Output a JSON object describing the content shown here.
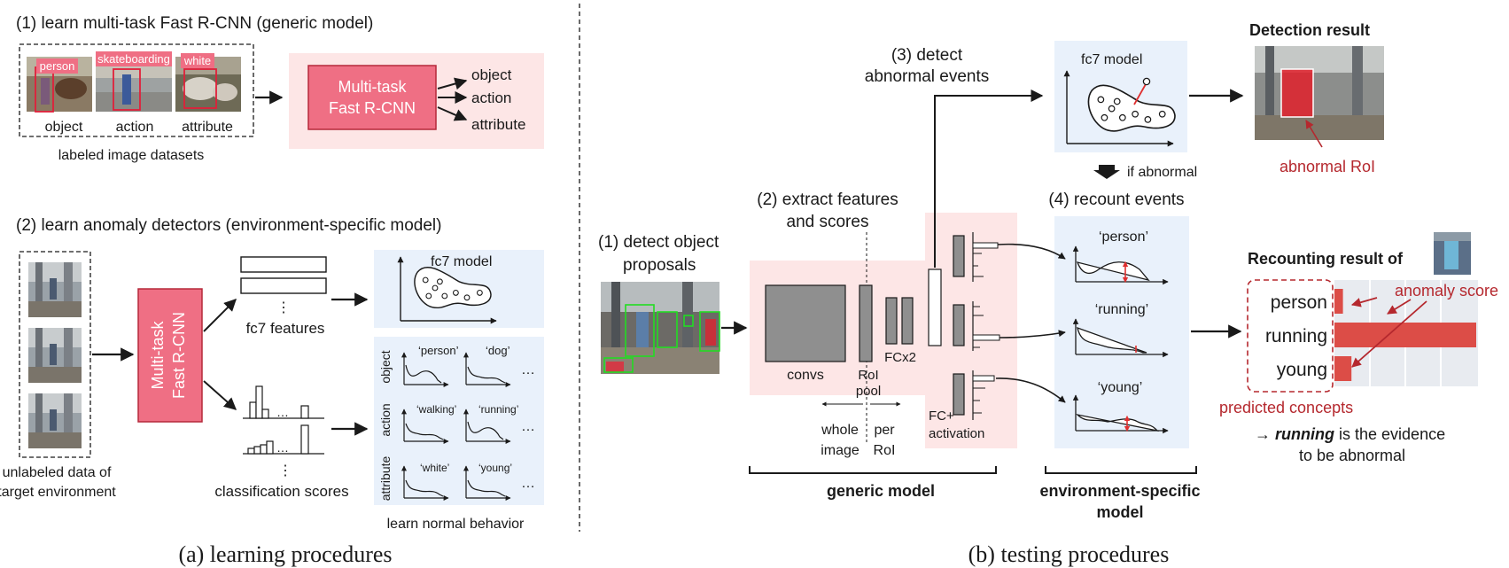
{
  "colors": {
    "pink_box": "#ef6f84",
    "pink_panel": "#fde6e6",
    "blue_panel": "#e9f1fb",
    "anomaly_red": "#b5282e",
    "bar_red": "#dc4d47",
    "gray_block": "#8f8f8f",
    "dark": "#1a1a1a"
  },
  "left": {
    "step1_title": "(1) learn multi-task Fast R-CNN (generic model)",
    "tags": [
      "person",
      "skateboarding",
      "white"
    ],
    "dataset_labels": [
      "object",
      "action",
      "attribute"
    ],
    "datasets_caption": "labeled image datasets",
    "mtfrcnn_line1": "Multi-task",
    "mtfrcnn_line2": "Fast R-CNN",
    "outputs": [
      "object",
      "action",
      "attribute"
    ],
    "step2_title": "(2) learn anomaly detectors (environment-specific model)",
    "unlabeled_line1": "unlabeled data of",
    "unlabeled_line2": "target environment",
    "vertical_line1": "Multi-task",
    "vertical_line2": "Fast R-CNN",
    "fc7_features": "fc7 features",
    "classification_scores": "classification scores",
    "fc7_model": "fc7 model",
    "grid_rows": [
      "object",
      "action",
      "attribute"
    ],
    "grid_cells": [
      [
        "‘person’",
        "‘dog’"
      ],
      [
        "‘walking’",
        "‘running’"
      ],
      [
        "‘white’",
        "‘young’"
      ]
    ],
    "ellipsis": "…",
    "vdots": "⋮",
    "learn_normal": "learn normal behavior",
    "caption": "(a) learning procedures"
  },
  "right": {
    "step1_line1": "(1) detect object",
    "step1_line2": "proposals",
    "step2_line1": "(2) extract features",
    "step2_line2": "and scores",
    "step3_line1": "(3) detect",
    "step3_line2": "abnormal events",
    "step4": "(4) recount events",
    "convs": "convs",
    "roi_line1": "RoI",
    "roi_line2": "pool",
    "fcx2": "FCx2",
    "fc_line1": "FC+",
    "fc_line2": "activation",
    "whole_line1": "whole",
    "whole_line2": "image",
    "per_line1": "per",
    "per_line2": "RoI",
    "fc7_model": "fc7 model",
    "if_abnormal": "if abnormal",
    "events": [
      "‘person’",
      "‘running’",
      "‘young’"
    ],
    "detection_title": "Detection result",
    "abnormal_roi": "abnormal RoI",
    "recount_title": "Recounting result of",
    "concepts": [
      "person",
      "running",
      "young"
    ],
    "anomaly_score": "anomaly score",
    "predicted_concepts": "predicted concepts",
    "evidence_prefix": "→",
    "evidence_word": "running",
    "evidence_rest": "is the evidence",
    "evidence_line2": "to be abnormal",
    "generic_model": "generic model",
    "env_line1": "environment-specific",
    "env_line2": "model",
    "caption": "(b) testing procedures"
  },
  "chart_data": {
    "type": "bar",
    "categories": [
      "person",
      "running",
      "young"
    ],
    "values": [
      0.06,
      1.0,
      0.12
    ],
    "xlim": [
      0,
      1
    ]
  }
}
